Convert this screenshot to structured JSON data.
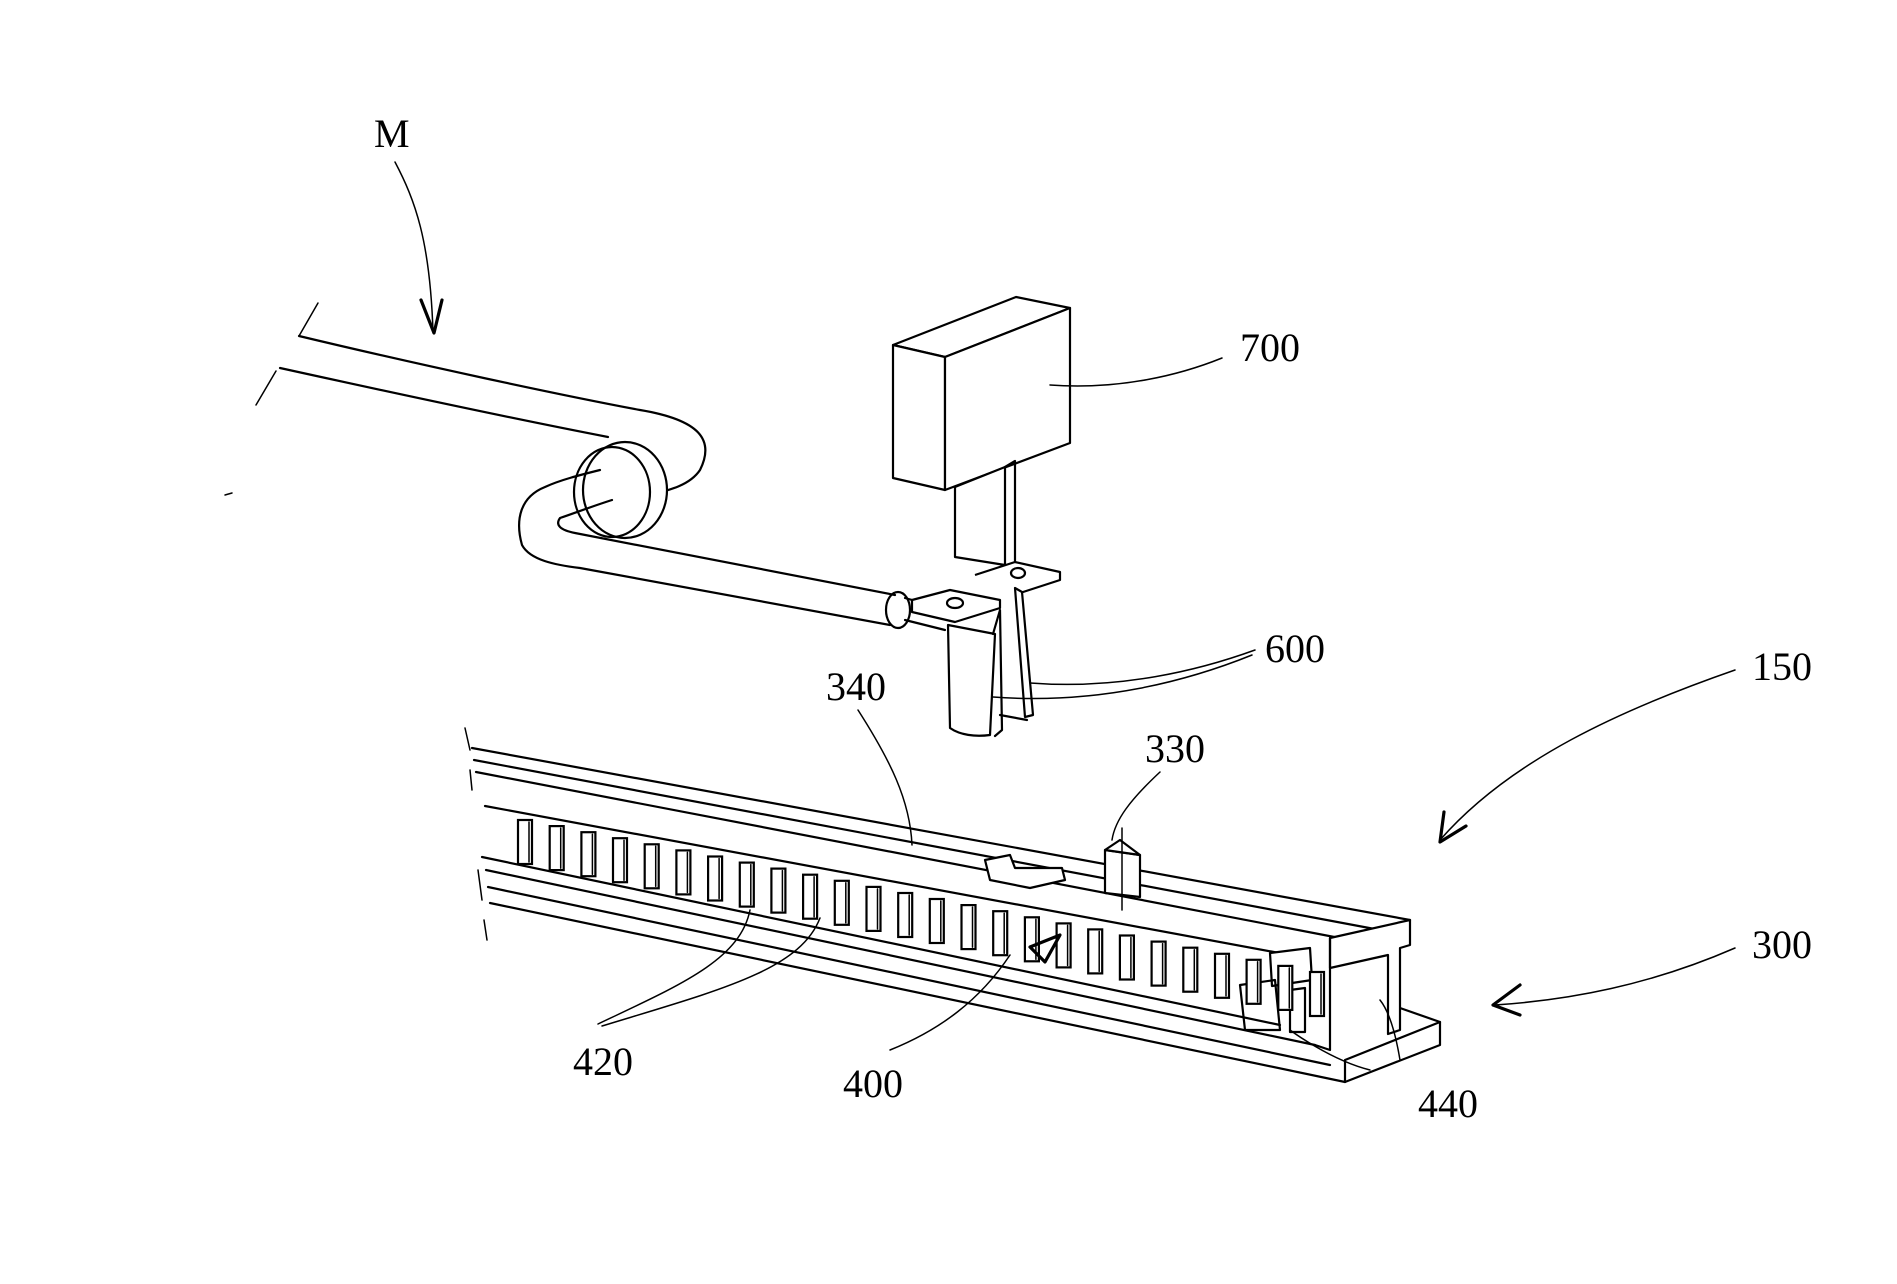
{
  "figure": {
    "type": "patent-drawing",
    "description": "Perspective view of a rail assembly with a cable, connector/bracket and mounted box",
    "labels": [
      {
        "id": "M",
        "text": "M",
        "refers_to": "cable assembly (arrow)"
      },
      {
        "id": "700",
        "text": "700",
        "refers_to": "box-shaped module"
      },
      {
        "id": "600",
        "text": "600",
        "refers_to": "bracket / contact clip"
      },
      {
        "id": "150",
        "text": "150",
        "refers_to": "overall assembly (arrow)"
      },
      {
        "id": "340",
        "text": "340",
        "refers_to": "rail groove feature"
      },
      {
        "id": "330",
        "text": "330",
        "refers_to": "pin / post"
      },
      {
        "id": "300",
        "text": "300",
        "refers_to": "rail base (arrow)"
      },
      {
        "id": "420",
        "text": "420",
        "refers_to": "rectangular slots"
      },
      {
        "id": "400",
        "text": "400",
        "refers_to": "slotted strip (arrow)"
      },
      {
        "id": "440",
        "text": "440",
        "refers_to": "end slot feature"
      }
    ],
    "slot_count": 26
  }
}
